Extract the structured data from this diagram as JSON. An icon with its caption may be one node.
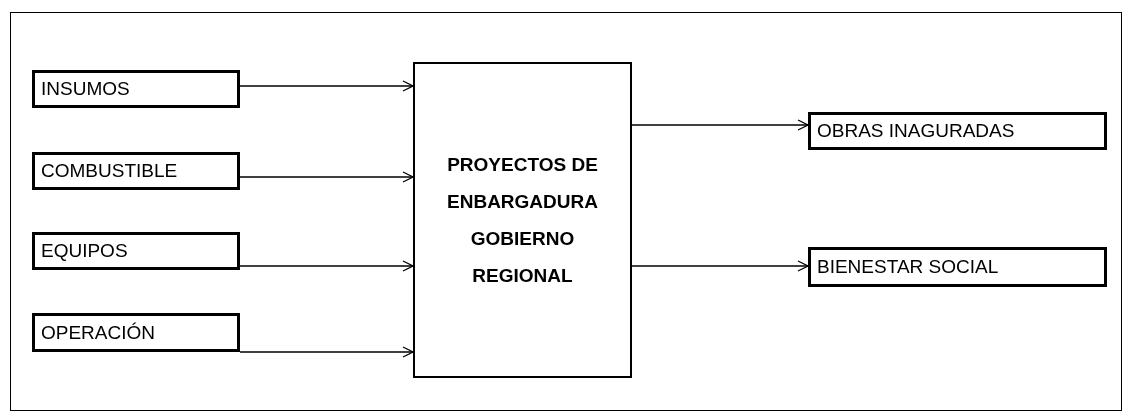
{
  "diagram": {
    "nodes": [
      {
        "text": [
          "INSUMOS"
        ]
      },
      {
        "text": [
          "COMBUSTIBLE"
        ]
      },
      {
        "text": [
          "EQUIPOS"
        ]
      },
      {
        "text": [
          "OPERACIÓN"
        ]
      },
      {
        "text": [
          "PROYECTOS DE ENBARGADURA GOBIERNO REGIONAL"
        ]
      },
      {
        "text": [
          "OBRAS INAGURADAS"
        ]
      },
      {
        "text": [
          "BIENESTAR SOCIAL"
        ]
      }
    ],
    "edges": [
      {
        "from": 0,
        "to": 4,
        "arrow": "to"
      },
      {
        "from": 1,
        "to": 4,
        "arrow": "to"
      },
      {
        "from": 2,
        "to": 4,
        "arrow": "to"
      },
      {
        "from": 3,
        "to": 4,
        "arrow": "to"
      },
      {
        "from": 4,
        "to": 5,
        "arrow": "to"
      },
      {
        "from": 4,
        "to": 6,
        "arrow": "to"
      }
    ]
  }
}
